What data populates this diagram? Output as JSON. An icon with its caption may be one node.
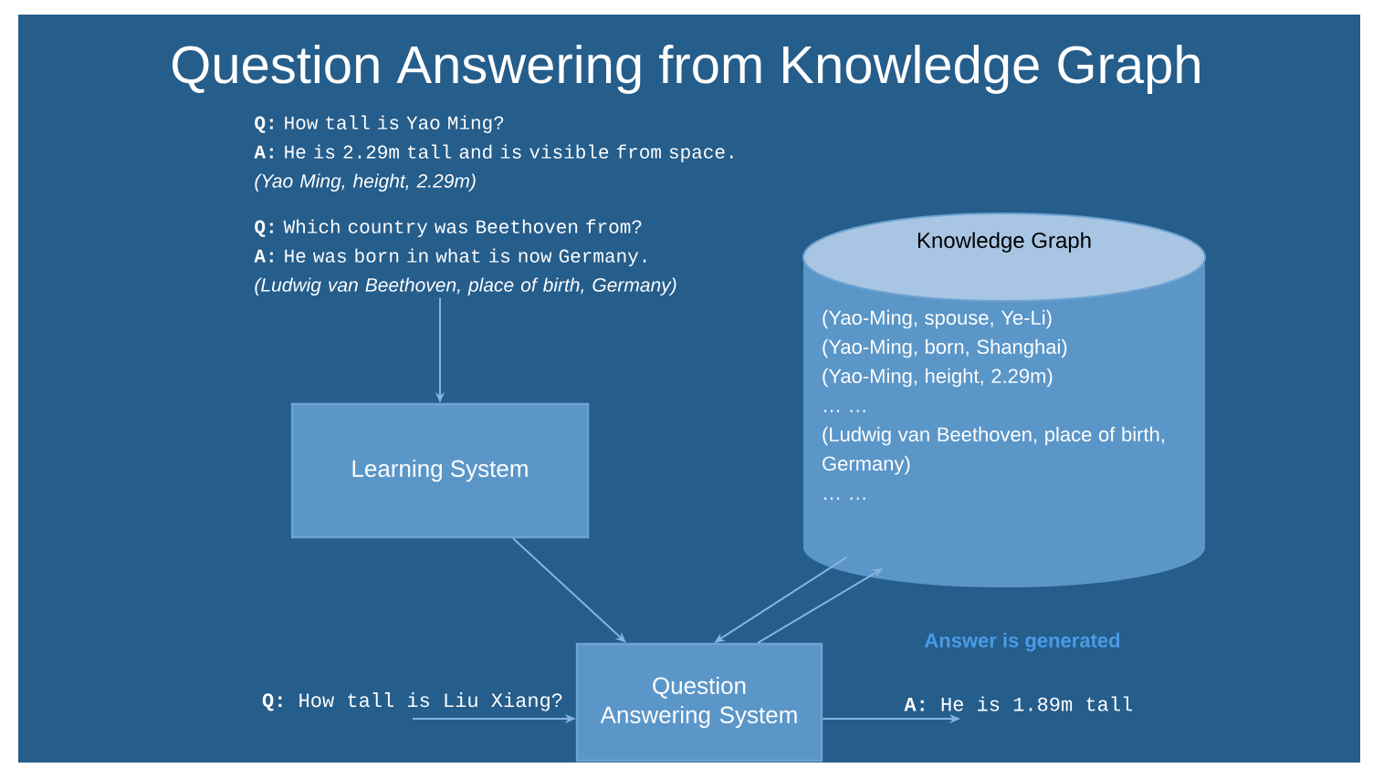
{
  "diagram": {
    "title": "Question Answering from Knowledge Graph",
    "nodes": [
      {
        "text": [
          "**Q:** How tall is Yao Ming?",
          "**A:** He is 2.29m tall and is visible from space.",
          "(Yao Ming, height, 2.29m)",
          "**Q:** Which country was Beethoven from?",
          "**A:** He was born in what is now Germany.",
          "(Ludwig van Beethoven, place of birth, Germany)"
        ]
      },
      {
        "text": [
          "Learning System"
        ]
      },
      {
        "text": [
          "Knowledge Graph",
          "(Yao-Ming, spouse, Ye-Li)",
          "(Yao-Ming, born, Shanghai)",
          "(Yao-Ming,  height, 2.29m)",
          "… …",
          "(Ludwig van Beethoven, place of birth, Germany)",
          "… …"
        ]
      },
      {
        "text": [
          "Question Answering System"
        ]
      },
      {
        "text": [
          "**Q:** How tall is Liu Xiang?"
        ]
      },
      {
        "text": [
          "**A:** He is 1.89m tall"
        ]
      }
    ],
    "edges": [
      {
        "from": 0,
        "to": 1,
        "arrow": "to"
      },
      {
        "from": 1,
        "to": 3,
        "arrow": "to"
      },
      {
        "from": 2,
        "to": 3,
        "arrow": "to"
      },
      {
        "from": 3,
        "to": 2,
        "arrow": "to"
      },
      {
        "from": 4,
        "to": 3,
        "arrow": "to"
      },
      {
        "from": 3,
        "to": 5,
        "arrow": "to"
      }
    ],
    "labels": [
      "Answer is generated"
    ]
  }
}
